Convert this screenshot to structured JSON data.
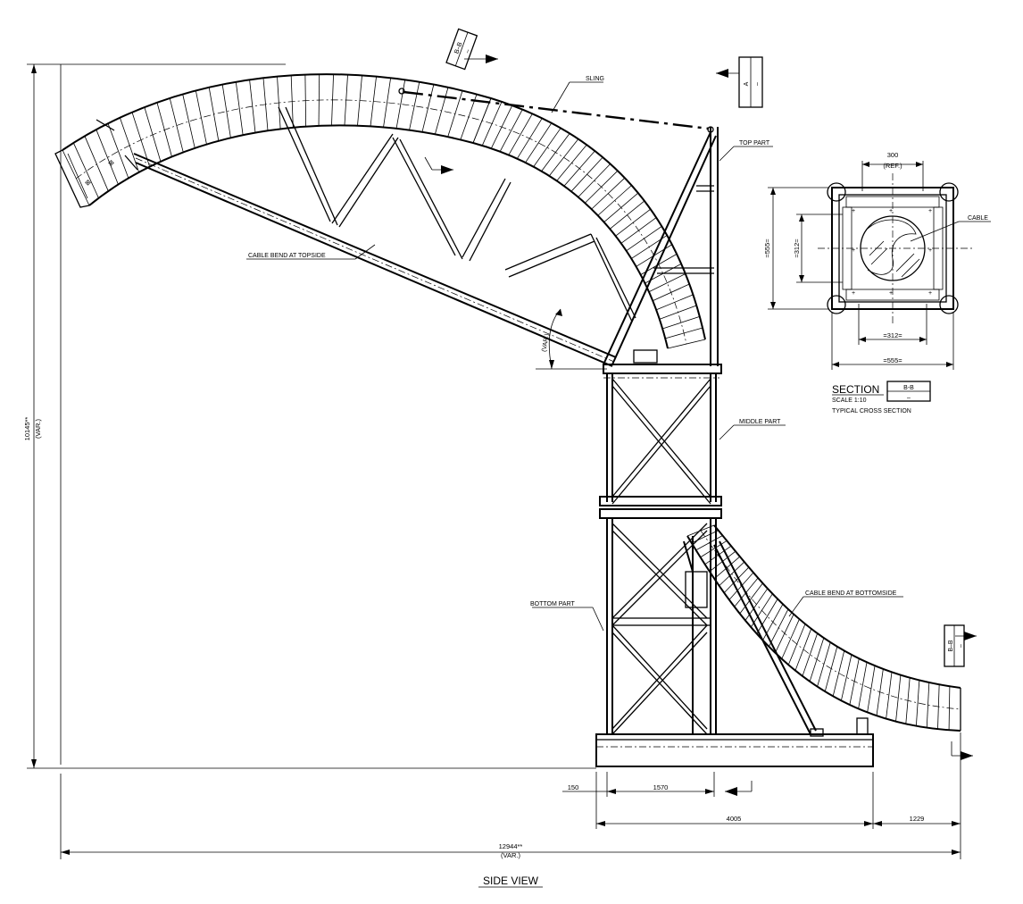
{
  "labels": {
    "sling": "SLING",
    "top_part": "TOP PART",
    "middle_part": "MIDDLE PART",
    "bottom_part": "BOTTOM PART",
    "cable": "CABLE",
    "cable_bend_topside": "CABLE BEND AT TOPSIDE",
    "cable_bend_bottomside": "CABLE BEND AT BOTTOMSIDE",
    "var": "(VAR.)"
  },
  "section": {
    "title": "SECTION",
    "id": "B-B",
    "scale": "SCALE 1:10",
    "scale_sheet": "–",
    "caption": "TYPICAL CROSS SECTION",
    "dim_top": "300",
    "dim_top_ref": "(REF.)",
    "dim_inner_h": "=312=",
    "dim_outer_h": "=555=",
    "dim_inner_v": "=312=",
    "dim_outer_v": "=555="
  },
  "markers": {
    "bb": "B–B",
    "a": "A",
    "dash": "–"
  },
  "dimensions": {
    "height": "10145**",
    "height_var": "(VAR.)",
    "width_total": "12944**",
    "width_var": "(VAR.)",
    "d150": "150",
    "d1570": "1570",
    "d4005": "4005",
    "d1229": "1229"
  },
  "view_title": "SIDE VIEW"
}
